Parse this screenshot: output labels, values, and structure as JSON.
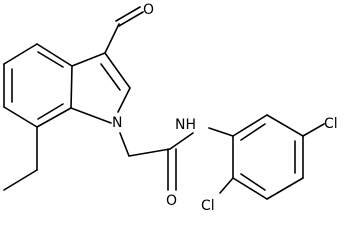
{
  "molecule": {
    "atom_labels": {
      "aldehyde_oxygen": "O",
      "indole_nitrogen": "N",
      "amide_nh": "NH",
      "amide_oxygen": "O",
      "chlorine_para": "Cl",
      "chlorine_ortho": "Cl"
    },
    "colors": {
      "bond": "#000000",
      "label": "#000000",
      "background": "#ffffff"
    }
  }
}
